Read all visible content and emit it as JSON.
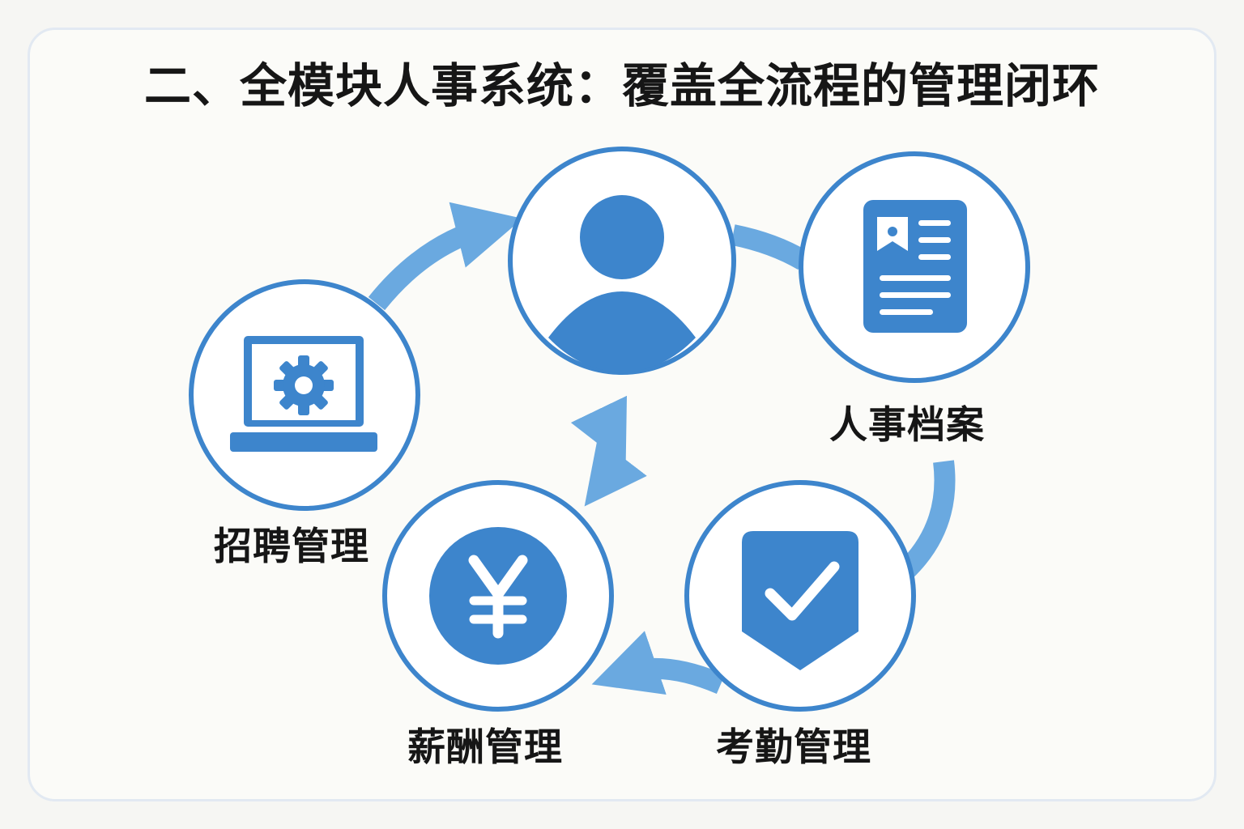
{
  "title": "二、全模块人事系统：覆盖全流程的管理闭环",
  "colors": {
    "primary": "#3d85cc",
    "arrow": "#6aa9e0",
    "ring": "#3d85cc",
    "text": "#161616"
  },
  "modules": [
    {
      "id": "employee",
      "icon": "user-icon",
      "label": ""
    },
    {
      "id": "records",
      "icon": "document-icon",
      "label": "人事档案"
    },
    {
      "id": "attendance",
      "icon": "shield-check-icon",
      "label": "考勤管理"
    },
    {
      "id": "payroll",
      "icon": "yen-icon",
      "label": "薪酬管理"
    },
    {
      "id": "recruitment",
      "icon": "laptop-gear-icon",
      "label": "招聘管理"
    }
  ]
}
